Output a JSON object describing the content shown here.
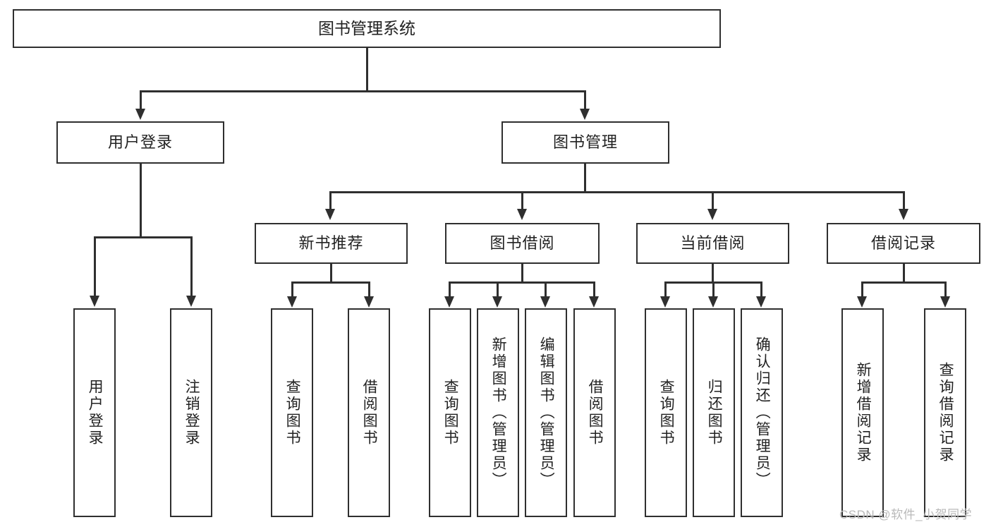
{
  "diagram": {
    "type": "tree-hierarchy",
    "title": "图书管理系统",
    "watermark": "CSDN @软件_小贺同学",
    "levels": {
      "root": {
        "label": "图书管理系统"
      },
      "level2": [
        {
          "label": "用户登录"
        },
        {
          "label": "图书管理"
        }
      ],
      "level3": [
        {
          "label": "新书推荐"
        },
        {
          "label": "图书借阅"
        },
        {
          "label": "当前借阅"
        },
        {
          "label": "借阅记录"
        }
      ],
      "leaves": {
        "user_login": [
          {
            "label": "用户登录"
          },
          {
            "label": "注销登录"
          }
        ],
        "new_book_recommend": [
          {
            "label": "查询图书"
          },
          {
            "label": "借阅图书"
          }
        ],
        "book_borrow": [
          {
            "label": "查询图书"
          },
          {
            "label": "新增图书（管理员）"
          },
          {
            "label": "编辑图书（管理员）"
          },
          {
            "label": "借阅图书"
          }
        ],
        "current_borrow": [
          {
            "label": "查询图书"
          },
          {
            "label": "归还图书"
          },
          {
            "label": "确认归还（管理员）"
          }
        ],
        "borrow_record": [
          {
            "label": "新增借阅记录"
          },
          {
            "label": "查询借阅记录"
          }
        ]
      }
    },
    "colors": {
      "stroke": "#2f2f2f",
      "background": "#ffffff",
      "text": "#222222",
      "watermark": "#b9b9b9"
    }
  }
}
